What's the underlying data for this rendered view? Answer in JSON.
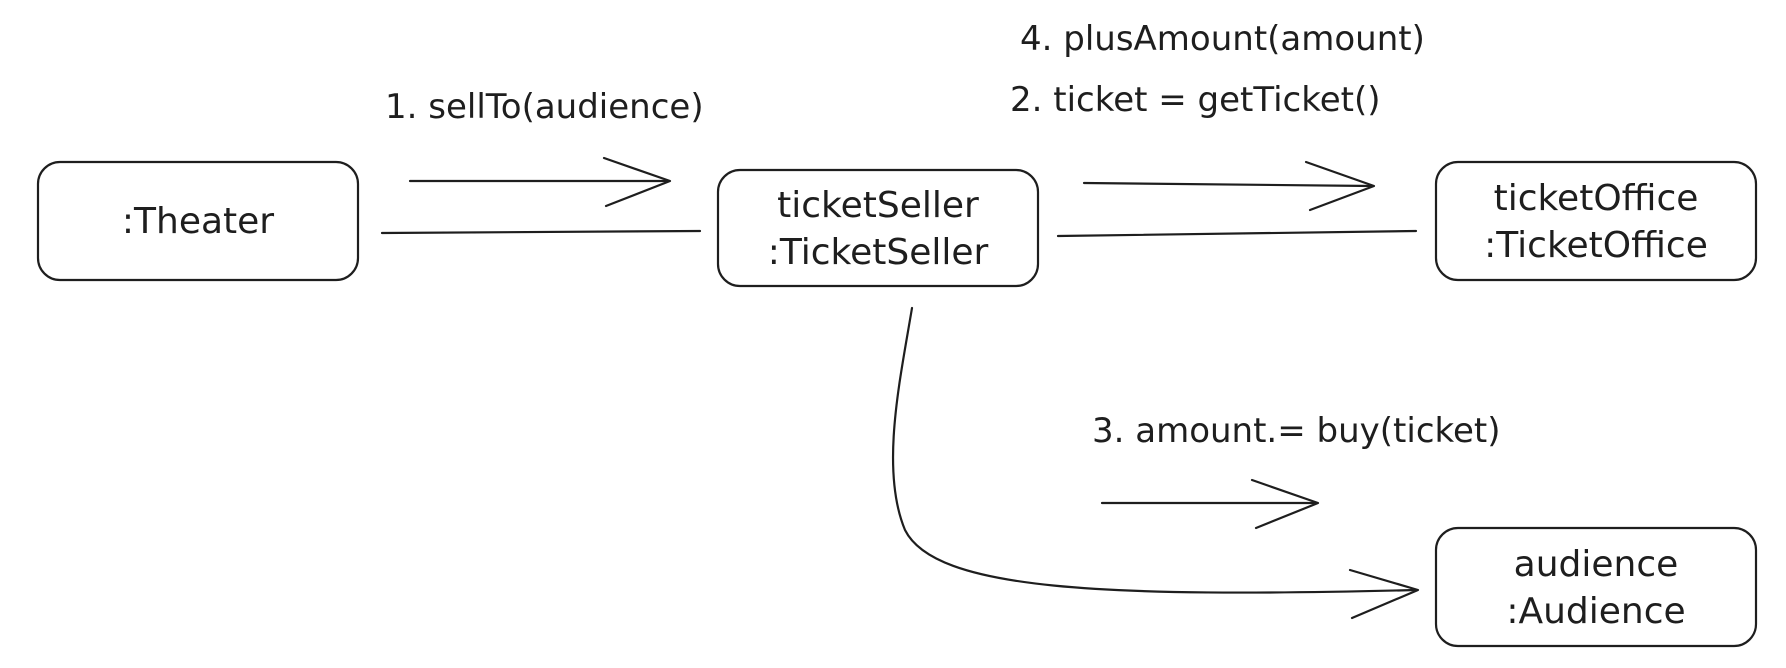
{
  "nodes": {
    "theater": {
      "label": ":Theater"
    },
    "ticket_seller": {
      "line1": "ticketSeller",
      "line2": ":TicketSeller"
    },
    "ticket_office": {
      "line1": "ticketOffice",
      "line2": ":TicketOffice"
    },
    "audience": {
      "line1": "audience",
      "line2": ":Audience"
    }
  },
  "messages": {
    "sell_to": "1. sellTo(audience)",
    "get_ticket": "2. ticket = getTicket()",
    "buy": "3. amount.= buy(ticket)",
    "plus_amount": "4. plusAmount(amount)"
  },
  "colors": {
    "stroke": "#1e1e1e",
    "background": "#ffffff"
  }
}
